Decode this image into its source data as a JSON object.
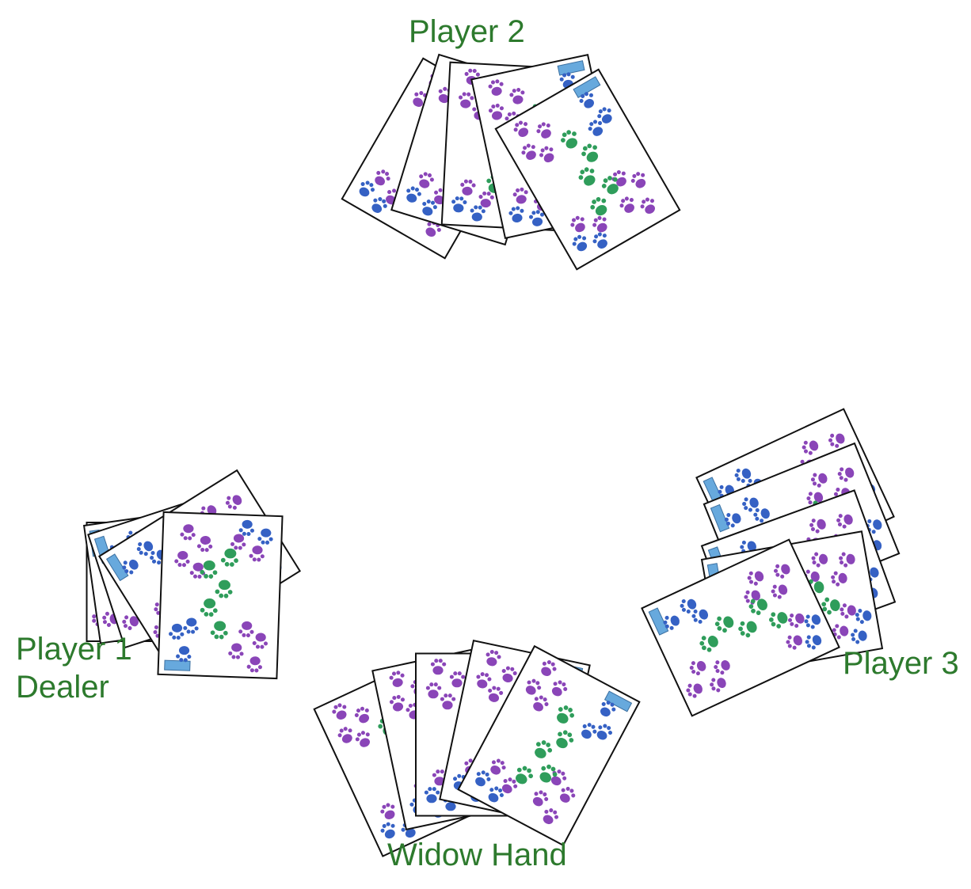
{
  "hands": [
    {
      "id": "player-2",
      "label": "Player 2",
      "card_count": 5
    },
    {
      "id": "player-1",
      "label_lines": [
        "Player 1",
        "Dealer"
      ],
      "card_count": 5
    },
    {
      "id": "player-3",
      "label": "Player 3",
      "card_count": 5
    },
    {
      "id": "widow",
      "label": "Widow Hand",
      "card_count": 5
    }
  ],
  "colors": {
    "label_text": "#2d7a2d",
    "card_border": "#111111",
    "card_face": "#ffffff",
    "paw_purple": "#8a45b8",
    "paw_green": "#2f9d5b",
    "paw_blue": "#3561c4",
    "badge_blue": "#67a9dd"
  }
}
